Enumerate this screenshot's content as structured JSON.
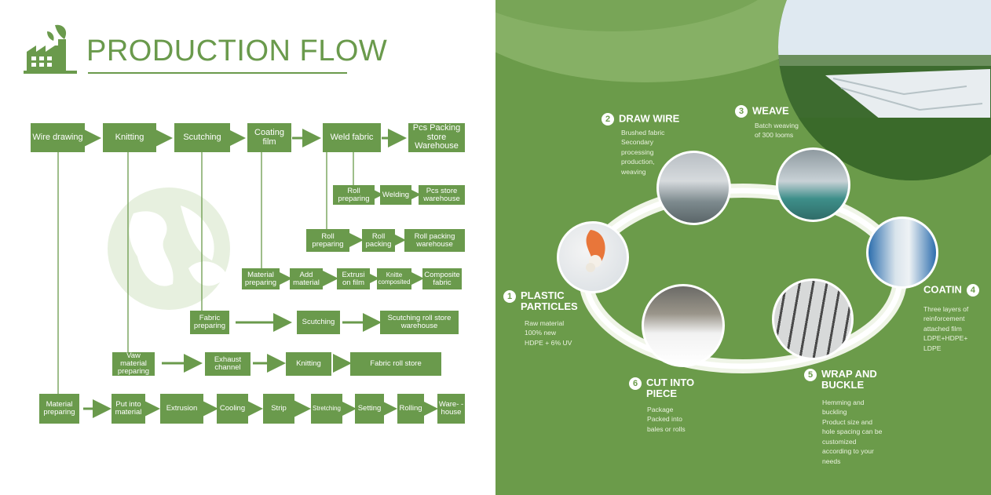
{
  "title": "PRODUCTION FLOW",
  "colors": {
    "green": "#6a9a4c",
    "right_bg": "#6b9b4a"
  },
  "flow": {
    "top_row": [
      "Wire drawing",
      "Knitting",
      "Scutching",
      "Coating film",
      "Weld fabric",
      "Pcs Packing store Warehouse"
    ],
    "row_roll_weld": [
      "Roll preparing",
      "Welding",
      "Pcs store warehouse"
    ],
    "row_roll_pack": [
      "Roll preparing",
      "Roll packing",
      "Roll packing warehouse"
    ],
    "row_material": [
      "Material preparing",
      "Add material",
      "Extrusi on film",
      "Knitte composited",
      "Composite fabric"
    ],
    "row_fabric": [
      "Fabric preparing",
      "Scutching",
      "Scutching roll store warehouse"
    ],
    "row_vaw": [
      "Vaw material preparing",
      "Exhaust channel",
      "Knitting",
      "Fabric roll store"
    ],
    "bottom_row": [
      "Material preparing",
      "Put into material",
      "Extrusion",
      "Cooling",
      "Strip",
      "Stretching",
      "Setting",
      "Rolling",
      "Ware- -house"
    ]
  },
  "steps": [
    {
      "num": "1",
      "title": "PLASTIC PARTICLES",
      "desc": [
        "Raw material",
        "100% new",
        "HDPE + 6% UV"
      ]
    },
    {
      "num": "2",
      "title": "DRAW WIRE",
      "desc": [
        "Brushed fabric",
        "Secondary",
        "processing",
        "production,",
        "weaving"
      ]
    },
    {
      "num": "3",
      "title": "WEAVE",
      "desc": [
        "Batch weaving",
        "of 300 looms"
      ]
    },
    {
      "num": "4",
      "title": "COATIN",
      "desc": [
        "Three layers of",
        "reinforcement",
        "attached film",
        "LDPE+HDPE+",
        "LDPE"
      ]
    },
    {
      "num": "5",
      "title": "WRAP AND BUCKLE",
      "desc": [
        "Hemming and",
        "buckling",
        "Product size and",
        "hole spacing can be",
        "customized",
        "according to your",
        "needs"
      ]
    },
    {
      "num": "6",
      "title": "CUT INTO PIECE",
      "desc": [
        "Package",
        "Packed into",
        "bales or rolls"
      ]
    }
  ]
}
